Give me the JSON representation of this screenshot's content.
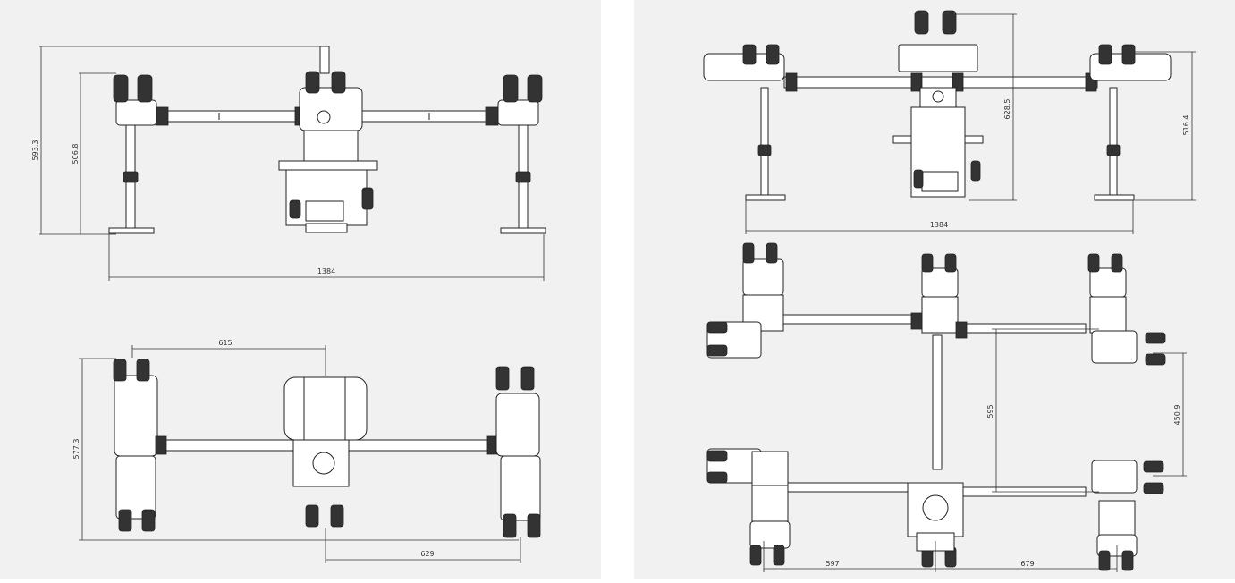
{
  "left_drawing": {
    "front_view": {
      "height_total": "593.3",
      "height_eyepiece": "506.8",
      "width": "1384"
    },
    "top_view": {
      "offset": "615",
      "depth": "577.3",
      "arm": "629"
    }
  },
  "right_drawing": {
    "front_view": {
      "height_center": "628.5",
      "height_side": "516.4",
      "width": "1384"
    },
    "top_view": {
      "vertical_arm": "595",
      "right_depth": "450.9",
      "left_span": "597",
      "right_span": "679"
    }
  }
}
